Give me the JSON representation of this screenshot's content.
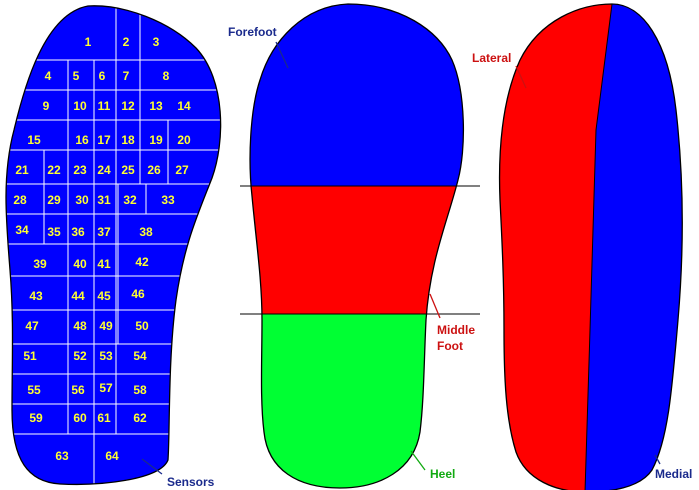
{
  "colors": {
    "outline": "#000000",
    "grid_line": "#ffffff",
    "blue": "#0000ff",
    "dark_blue": "#0000cc",
    "red": "#ff0000",
    "green": "#00ff33",
    "sensor_number": "#ffff33",
    "label_blue": "#1a2a8c",
    "label_red": "#cc1111",
    "label_green": "#11aa11"
  },
  "sensors": [
    "1",
    "2",
    "3",
    "4",
    "5",
    "6",
    "7",
    "8",
    "9",
    "10",
    "11",
    "12",
    "13",
    "14",
    "15",
    "16",
    "17",
    "18",
    "19",
    "20",
    "21",
    "22",
    "23",
    "24",
    "25",
    "26",
    "27",
    "28",
    "29",
    "30",
    "31",
    "32",
    "33",
    "34",
    "35",
    "36",
    "37",
    "38",
    "39",
    "40",
    "41",
    "42",
    "43",
    "44",
    "45",
    "46",
    "47",
    "48",
    "49",
    "50",
    "51",
    "52",
    "53",
    "54",
    "55",
    "56",
    "57",
    "58",
    "59",
    "60",
    "61",
    "62",
    "63",
    "64"
  ],
  "labels": {
    "sensors": "Sensors",
    "forefoot": "Forefoot",
    "middle_foot_line1": "Middle",
    "middle_foot_line2": "Foot",
    "heel": "Heel",
    "lateral": "Lateral",
    "medial": "Medial"
  }
}
